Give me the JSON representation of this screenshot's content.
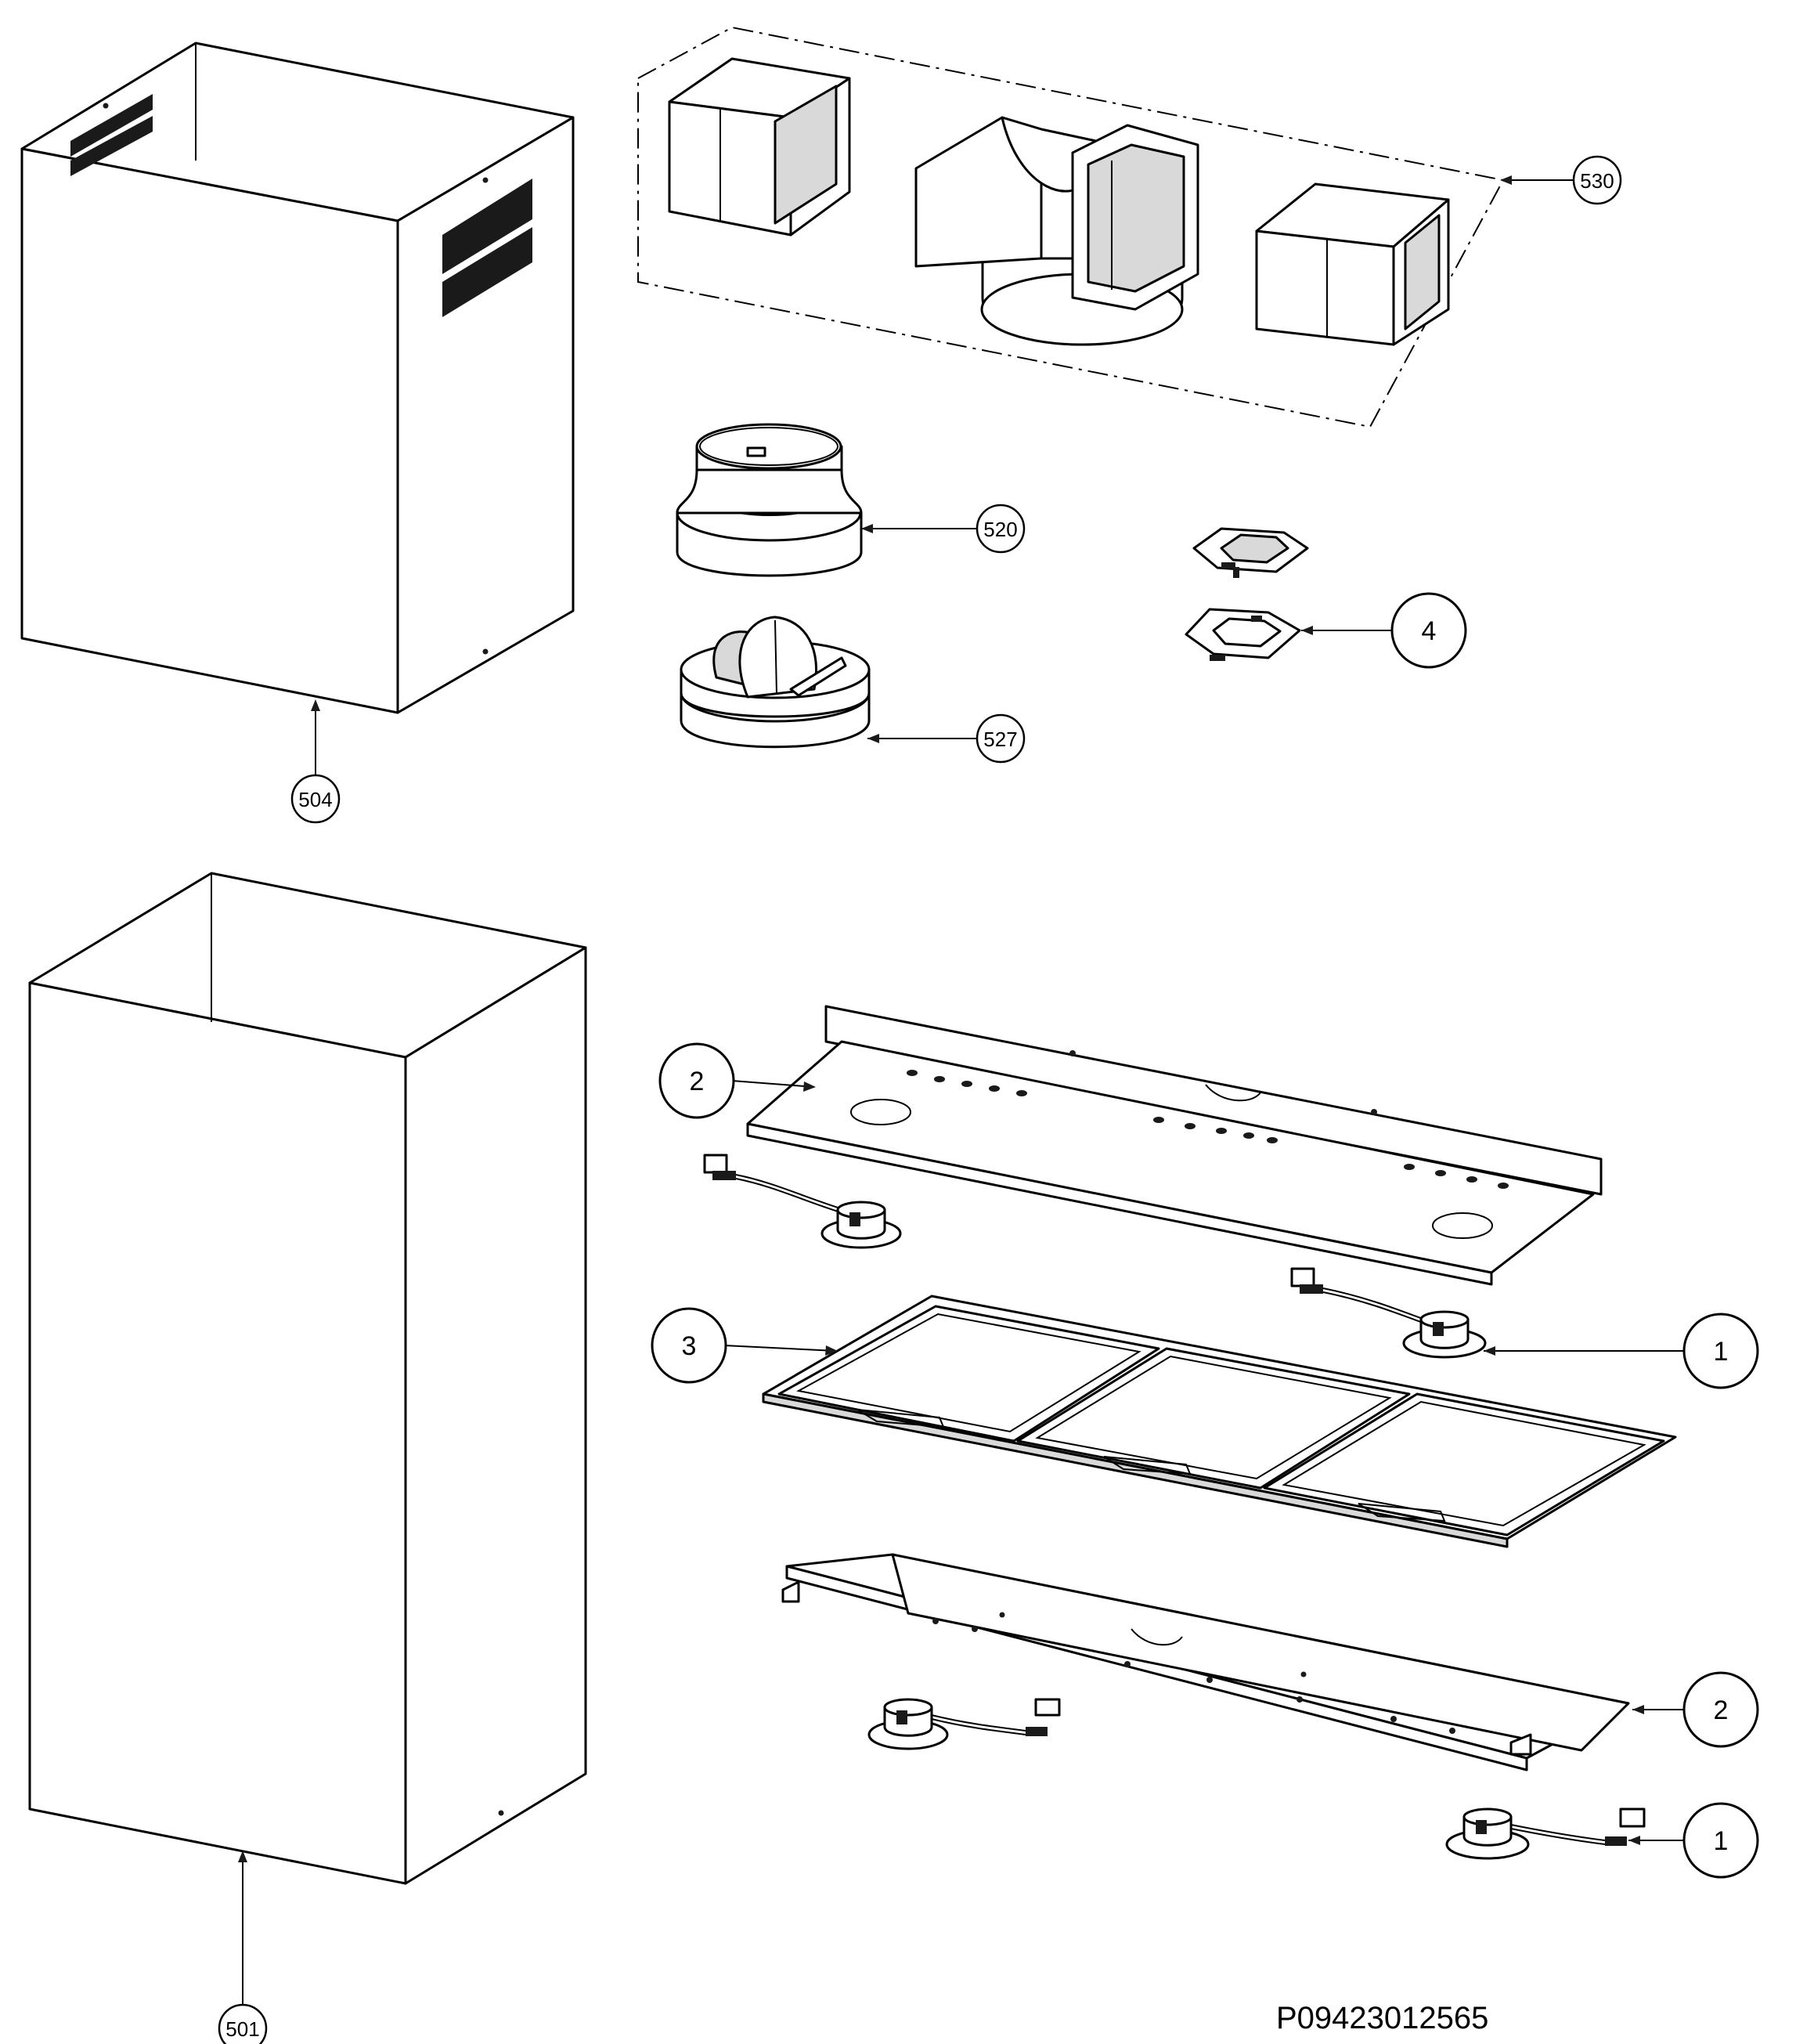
{
  "callouts": {
    "c504": "504",
    "c530": "530",
    "c520": "520",
    "c527": "527",
    "c4": "4",
    "c501": "501",
    "c2_top": "2",
    "c3": "3",
    "c1_top": "1",
    "c2_bottom": "2",
    "c1_bottom": "1"
  },
  "document_code": "P09423012565",
  "colors": {
    "line": "#000000",
    "background": "#ffffff",
    "shade": "#d9d9d9"
  }
}
